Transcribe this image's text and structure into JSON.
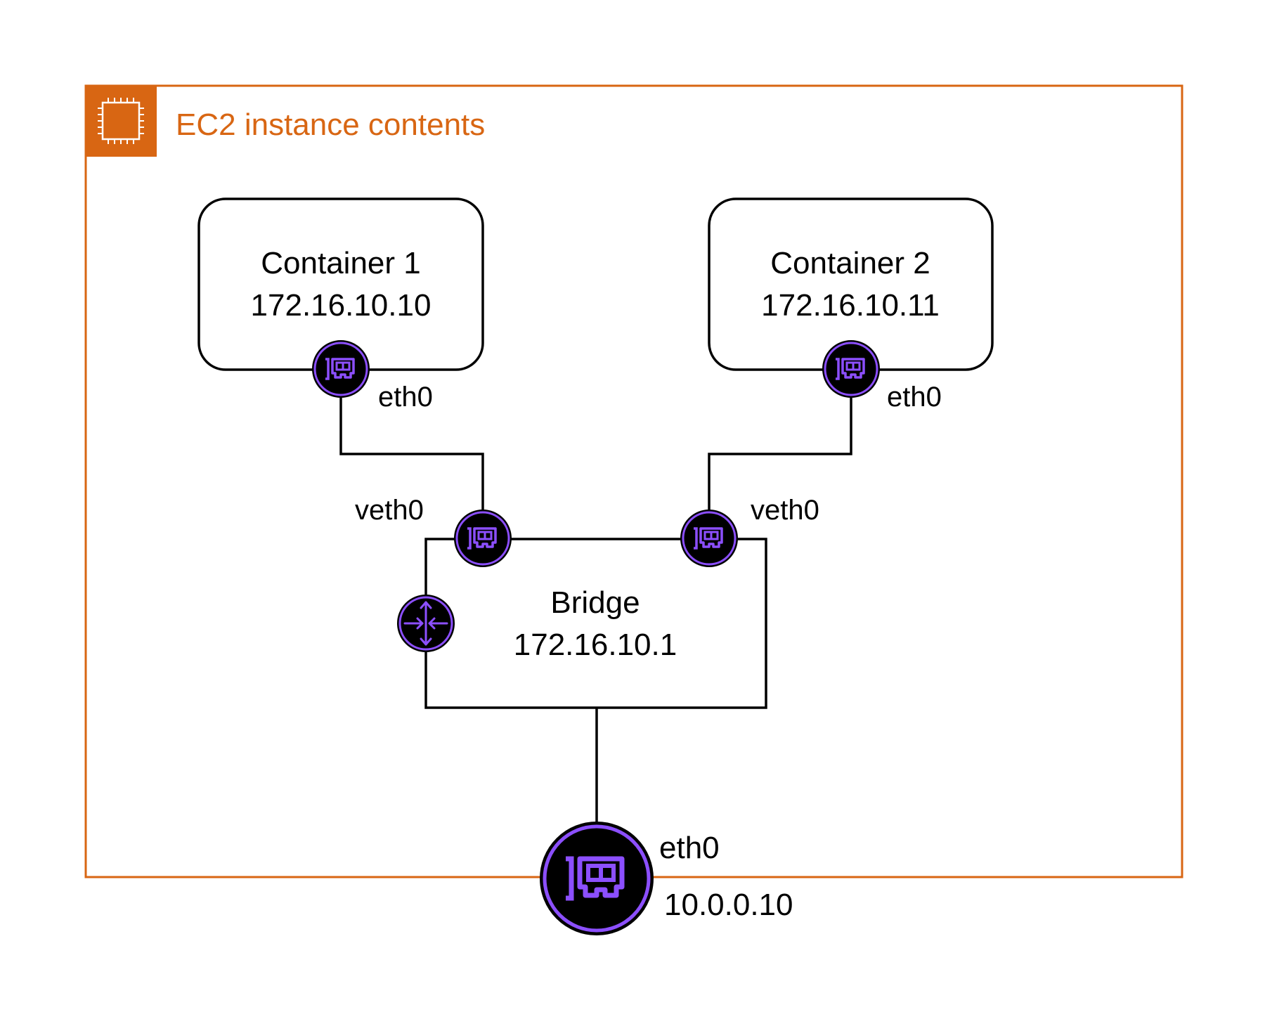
{
  "group": {
    "title": "EC2 instance contents",
    "icon": "ec2-chip-icon",
    "color": "#D86613"
  },
  "containers": [
    {
      "name": "Container 1",
      "ip": "172.16.10.10",
      "iface": "eth0",
      "iface_icon": "network-card-icon"
    },
    {
      "name": "Container 2",
      "ip": "172.16.10.11",
      "iface": "eth0",
      "iface_icon": "network-card-icon"
    }
  ],
  "bridge": {
    "name": "Bridge",
    "ip": "172.16.10.1",
    "icon": "router-icon",
    "ports": [
      {
        "label": "veth0",
        "icon": "network-card-icon"
      },
      {
        "label": "veth0",
        "icon": "network-card-icon"
      }
    ]
  },
  "host_interface": {
    "label": "eth0",
    "ip": "10.0.0.10",
    "icon": "network-card-icon"
  },
  "colors": {
    "icon_fill": "#000000",
    "icon_accent": "#8C4FFF",
    "line": "#000000"
  }
}
